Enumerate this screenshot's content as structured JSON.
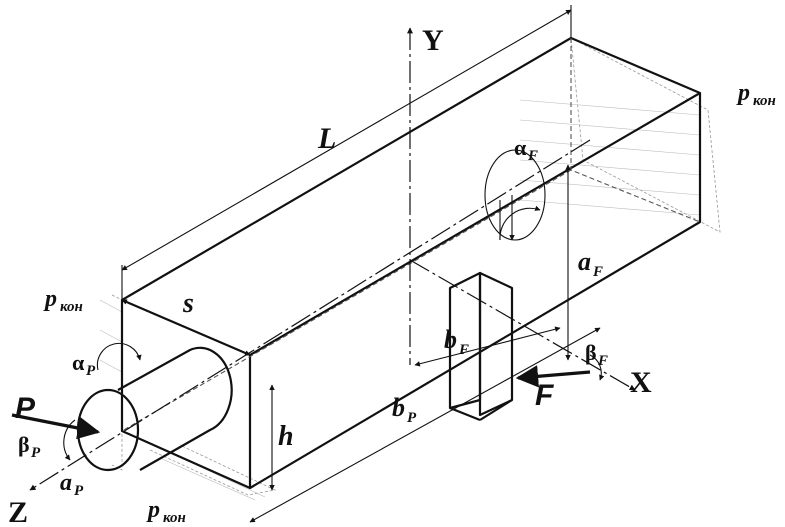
{
  "labels": {
    "axis_x": "X",
    "axis_y": "Y",
    "axis_z": "Z",
    "length": "L",
    "width": "s",
    "height": "h",
    "force_p": "P",
    "force_f": "F",
    "dist_bp": "b",
    "dist_bp_sub": "P",
    "dist_bf": "b",
    "dist_bf_sub": "F",
    "dist_ap": "a",
    "dist_ap_sub": "P",
    "dist_af": "a",
    "dist_af_sub": "F",
    "alpha_p": "α",
    "alpha_p_sub": "P",
    "alpha_f": "α",
    "alpha_f_sub": "F",
    "beta_p": "β",
    "beta_p_sub": "P",
    "beta_f": "β",
    "beta_f_sub": "F",
    "pkon_left": "p",
    "pkon_left_sub": "кон",
    "pkon_bottom": "p",
    "pkon_bottom_sub": "кон",
    "pkon_right": "p",
    "pkon_right_sub": "кон"
  },
  "colors": {
    "line": "#111111",
    "background": "#ffffff",
    "pressure": "#999999"
  }
}
